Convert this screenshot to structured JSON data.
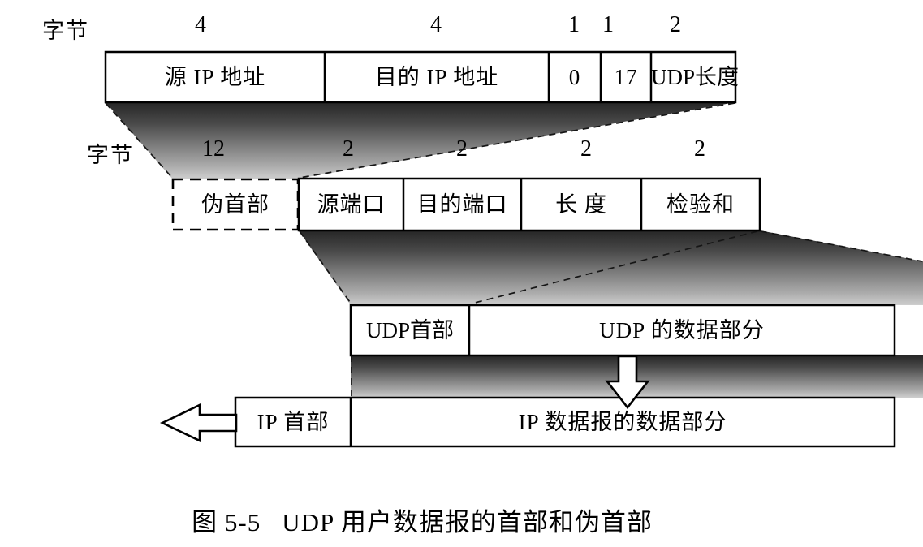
{
  "figure": {
    "caption_prefix": "图 5-5",
    "caption_text": "UDP 用户数据报的首部和伪首部"
  },
  "pseudo_header_row": {
    "unit_label": "字节",
    "cells": [
      {
        "label": "源 IP 地址",
        "bytes": "4"
      },
      {
        "label": "目的 IP 地址",
        "bytes": "4"
      },
      {
        "label": "0",
        "bytes": "1"
      },
      {
        "label": "17",
        "bytes": "1"
      },
      {
        "label": "UDP长度",
        "bytes": "2"
      }
    ]
  },
  "udp_header_row": {
    "unit_label": "字节",
    "pseudo_cell": {
      "label": "伪首部",
      "bytes": "12"
    },
    "cells": [
      {
        "label": "源端口",
        "bytes": "2"
      },
      {
        "label": "目的端口",
        "bytes": "2"
      },
      {
        "label": "长 度",
        "bytes": "2"
      },
      {
        "label": "检验和",
        "bytes": "2"
      }
    ]
  },
  "udp_datagram_row": {
    "header": "UDP首部",
    "data": "UDP 的数据部分"
  },
  "ip_datagram_row": {
    "header": "IP 首部",
    "data": "IP 数据报的数据部分"
  }
}
